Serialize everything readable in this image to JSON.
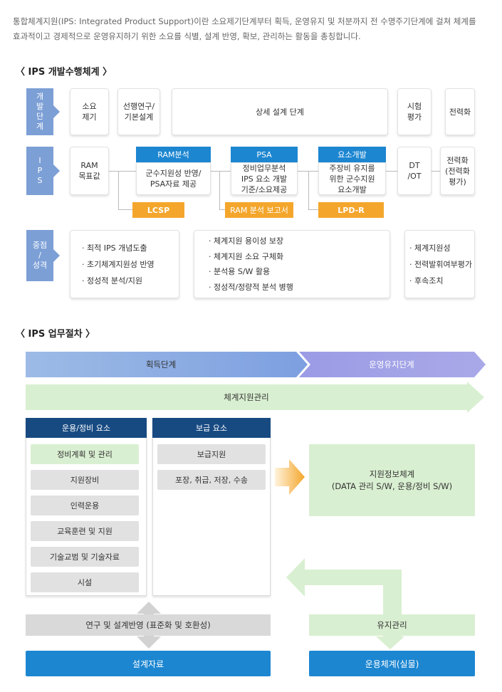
{
  "intro": {
    "line1": "통합체계지원(IPS: Integrated Product Support)이란 소요제기단계부터 획득, 운영유지 및 처분까지 전 수명주기단계에 걸쳐 체계를",
    "line2": "효과적이고 경제적으로 운영유지하기 위한 소요를 식별, 설계 반영, 확보, 관리하는 활동을 총칭합니다."
  },
  "section1": {
    "title": "〈 IPS 개발수행체계 〉",
    "row_labels": {
      "dev": "개\n발\n단\n계",
      "ips": "I\nP\nS",
      "focus": "중점\n/\n성격"
    },
    "dev_stages": [
      "소요\n제기",
      "선행연구/\n기본설계",
      "상세 설계 단계",
      "시험\n평가",
      "전력화"
    ],
    "ips_boxes": {
      "ram": "RAM\n목표값",
      "ram_analysis_head": "RAM분석",
      "ram_analysis_body": "군수지원성 반영/\nPSA자료 제공",
      "psa_head": "PSA",
      "psa_body": "정비업무분석\nIPS 요소 개발\n기준/소요제공",
      "element_head": "요소개발",
      "element_body": "주장비 유지를\n위한 군수지원\n요소개발",
      "dt": "DT\n/OT",
      "deploy": "전력화\n(전력화\n평가)"
    },
    "outputs": [
      "LCSP",
      "RAM 분석 보고서",
      "LPD-R"
    ],
    "focus_groups": [
      [
        "최적 IPS 개념도출",
        "초기체계지원성 반영",
        "정성적 분석/지원"
      ],
      [
        "체계지원 용이성 보장",
        "체계지원 소요 구체화",
        "분석용 S/W 활용",
        "정성적/정량적 분석 병행"
      ],
      [
        "체계지원성",
        "전력발휘여부평가",
        "후속조치"
      ]
    ]
  },
  "section2": {
    "title": "〈 IPS 업무절차 〉",
    "phase_acq": "획득단계",
    "phase_ops": "운영유지단계",
    "system_support": "체계지원관리",
    "ops_maint": {
      "head": "운용/정비 요소",
      "items": [
        "정비계획 및 관리",
        "지원장비",
        "인력운용",
        "교육훈련 및 지원",
        "기술교범 및 기술자료",
        "시설"
      ]
    },
    "supply": {
      "head": "보급 요소",
      "items": [
        "보급지원",
        "포장, 취급, 저장, 수송"
      ]
    },
    "info_system": "지원정보체계\n(DATA 관리 S/W, 운용/정비 S/W)",
    "research": "연구 및 설계반영 (표준화 및 호환성)",
    "maintenance": "유지관리",
    "design_data": "설계자료",
    "ops_system": "운용체계(실물)"
  }
}
